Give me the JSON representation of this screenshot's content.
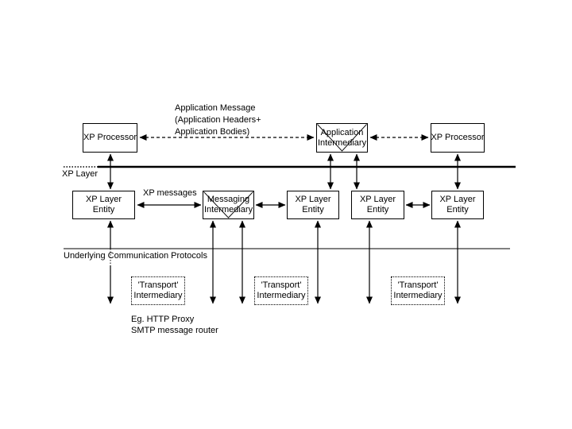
{
  "diagram": {
    "note": {
      "line1": "Application Message",
      "line2": "(Application Headers+",
      "line3": "Application Bodies)"
    },
    "boxes": {
      "xp_processor": "XP Processor",
      "application_intermediary": "Application Intermediary",
      "xp_layer_entity": "XP Layer Entity",
      "messaging_intermediary": "Messaging Intermediary",
      "transport_intermediary": "'Transport' Intermediary"
    },
    "labels": {
      "xp_layer": "XP Layer",
      "xp_messages": "XP messages",
      "underlying_protocols": "Underlying Communication Protocols",
      "example_line1": "Eg. HTTP Proxy",
      "example_line2": "SMTP message router"
    },
    "colors": {
      "background": "#ffffff",
      "line": "#000000",
      "text": "#000000",
      "box_fill": "#ffffff"
    }
  }
}
